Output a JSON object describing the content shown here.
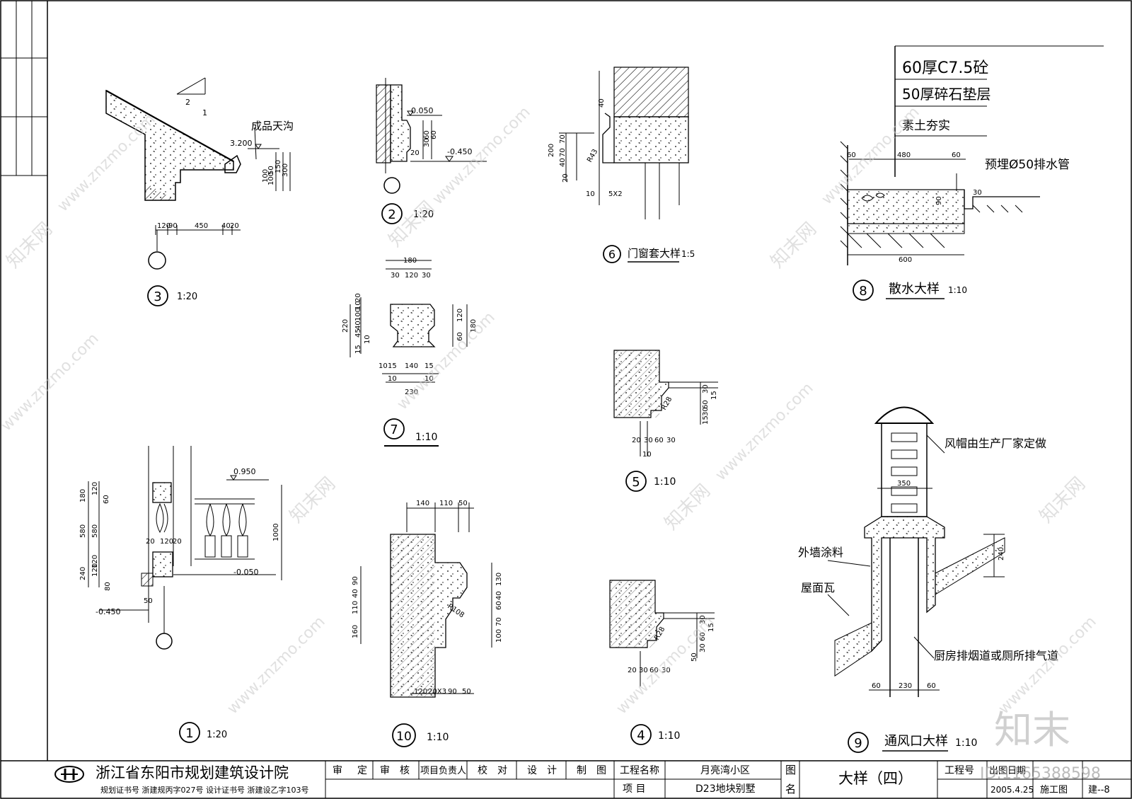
{
  "details": [
    {
      "num": "3",
      "scale": "1:20",
      "title": ""
    },
    {
      "num": "2",
      "scale": "1:20",
      "title": ""
    },
    {
      "num": "6",
      "scale": "1:5",
      "title": "门窗套大样"
    },
    {
      "num": "8",
      "scale": "1:10",
      "title": "散水大样"
    },
    {
      "num": "7",
      "scale": "1:10",
      "title": ""
    },
    {
      "num": "5",
      "scale": "1:10",
      "title": ""
    },
    {
      "num": "1",
      "scale": "1:20",
      "title": ""
    },
    {
      "num": "10",
      "scale": "1:10",
      "title": ""
    },
    {
      "num": "4",
      "scale": "1:10",
      "title": ""
    },
    {
      "num": "9",
      "scale": "1:10",
      "title": "通风口大样"
    }
  ],
  "labels": {
    "gutter": "成品天沟",
    "slope_rise": "2",
    "slope_run": "1",
    "layer1": "60厚C7.5砼",
    "layer2": "50厚碎石垫层",
    "layer3": "素土夯实",
    "drain_pipe": "预埋Ø50排水管",
    "vent_cap": "风帽由生产厂家定做",
    "wall_paint": "外墙涂料",
    "roof_tile": "屋面瓦",
    "flue": "厨房排烟道或厕所排气道"
  },
  "elevations": {
    "e3_200": "3.200",
    "e2_050": "-0.050",
    "e2_450": "-0.450",
    "e1_950": "0.950",
    "e1_050": "-0.050",
    "e1_450": "-0.450"
  },
  "dims": {
    "d3": [
      "120",
      "90",
      "450",
      "40",
      "20",
      "50",
      "100",
      "150",
      "300",
      "100"
    ],
    "d2": [
      "60",
      "60",
      "30",
      "20"
    ],
    "d6": [
      "40",
      "200",
      "70",
      "70",
      "40",
      "20",
      "R43",
      "10",
      "5X2"
    ],
    "d8": [
      "60",
      "480",
      "60",
      "600",
      "90",
      "30"
    ],
    "d7": [
      "180",
      "30",
      "120",
      "30",
      "20",
      "10",
      "100",
      "40",
      "45",
      "15",
      "220",
      "120",
      "180",
      "60",
      "10",
      "15",
      "140",
      "15",
      "10",
      "10",
      "10",
      "230"
    ],
    "d5": [
      "30",
      "60",
      "15",
      "15",
      "30",
      "R28",
      "20",
      "30",
      "60",
      "30",
      "10"
    ],
    "d1": [
      "180",
      "120",
      "60",
      "580",
      "580",
      "240",
      "120",
      "120",
      "80",
      "1000",
      "20",
      "120",
      "20",
      "50"
    ],
    "d10": [
      "140",
      "110",
      "50",
      "90",
      "40",
      "110",
      "160",
      "130",
      "40",
      "60",
      "70",
      "100",
      "R108",
      "120",
      "20X3",
      "90",
      "50"
    ],
    "d4": [
      "30",
      "15",
      "60",
      "50",
      "30",
      "R28",
      "20",
      "30",
      "60",
      "30"
    ],
    "d9": [
      "350",
      "240",
      "60",
      "230",
      "60"
    ]
  },
  "title_block": {
    "institute": "浙江省东阳市规划建筑设计院",
    "cert": "规划证书号 浙建规丙字027号   设计证书号 浙建设乙字103号",
    "roles": [
      "审",
      "定",
      "审",
      "核",
      "项目负责人",
      "校",
      "对",
      "设",
      "计",
      "制",
      "图"
    ],
    "project_name_label": "工程名称",
    "project_name": "月亮湾小区",
    "item_label": "项  目",
    "item": "D23地块别墅",
    "drawing_label_1": "图",
    "drawing_label_2": "名",
    "drawing_name": "大样（四）",
    "project_no_label": "工程号",
    "date_label": "出图日期",
    "date": "2005.4.25",
    "stage": "施工图",
    "sheet_no": "建--8"
  },
  "watermark": {
    "site": "www.znzmo.com",
    "brand": "知末网",
    "logo": "知末",
    "id": "ID:1165388598"
  }
}
